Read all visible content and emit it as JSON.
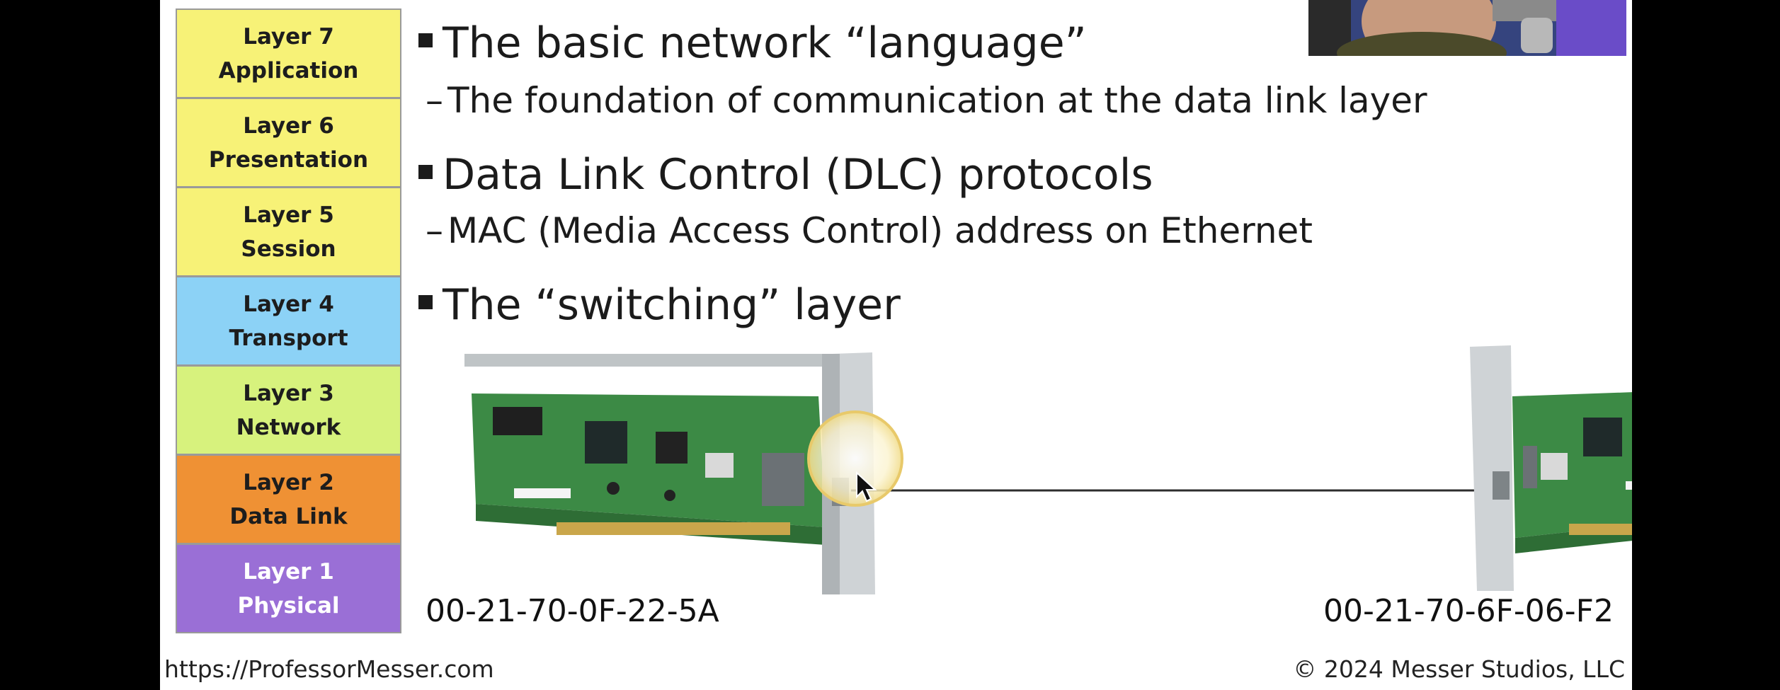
{
  "layers": [
    {
      "line1": "Layer 7",
      "line2": "Application",
      "color": "#f7f277"
    },
    {
      "line1": "Layer 6",
      "line2": "Presentation",
      "color": "#f7f277"
    },
    {
      "line1": "Layer 5",
      "line2": "Session",
      "color": "#f7f277"
    },
    {
      "line1": "Layer 4",
      "line2": "Transport",
      "color": "#8cd2f6"
    },
    {
      "line1": "Layer 3",
      "line2": "Network",
      "color": "#d7f27d"
    },
    {
      "line1": "Layer 2",
      "line2": "Data Link",
      "color": "#ef9134"
    },
    {
      "line1": "Layer 1",
      "line2": "Physical",
      "color": "#9a6fd6"
    }
  ],
  "bullets": {
    "b1": "The basic network “language”",
    "b1_sub": "The foundation of communication at the data link layer",
    "b2": "Data Link Control (DLC) protocols",
    "b2_sub": "MAC (Media Access Control) address on Ethernet",
    "b3": "The “switching” layer"
  },
  "diagram": {
    "left_mac": "00-21-70-0F-22-5A",
    "right_mac": "00-21-70-6F-06-F2"
  },
  "footer": {
    "url": "https://ProfessorMesser.com",
    "copyright": "© 2024 Messer Studios, LLC"
  },
  "icons": {
    "cursor": "mouse-pointer-icon",
    "nic": "network-card-icon"
  }
}
